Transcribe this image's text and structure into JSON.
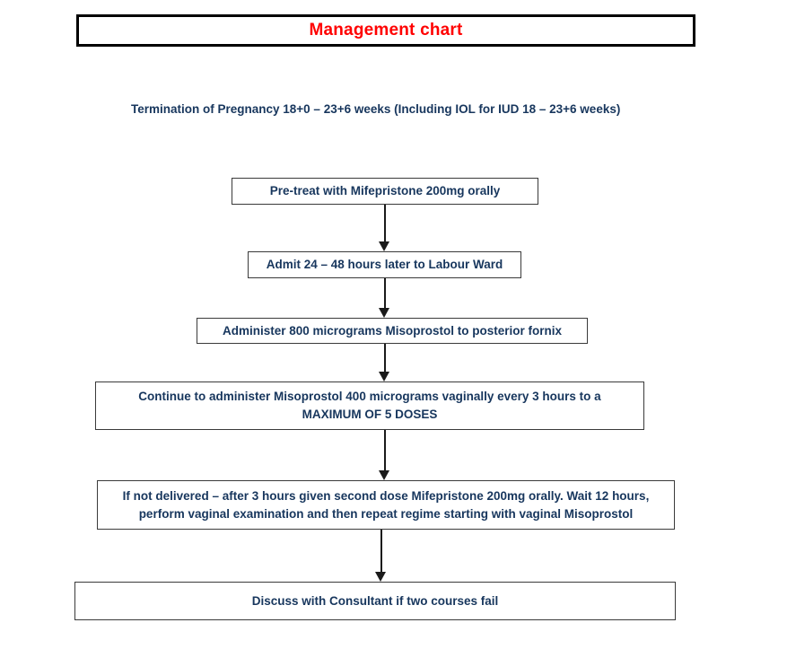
{
  "header": {
    "title": "Management chart",
    "title_color": "#ff0000"
  },
  "subtitle": "Termination of Pregnancy 18+0 – 23+6 weeks (Including IOL for IUD 18 – 23+6 weeks)",
  "flowchart": {
    "type": "vertical-flowchart",
    "text_color": "#17365d",
    "border_color": "#3a3a3a",
    "nodes": [
      {
        "id": "node-1",
        "lines": [
          "Pre-treat with Mifepristone 200mg orally"
        ]
      },
      {
        "id": "node-2",
        "lines": [
          "Admit 24 – 48 hours later to Labour Ward"
        ]
      },
      {
        "id": "node-3",
        "lines": [
          "Administer 800 micrograms Misoprostol to posterior fornix"
        ]
      },
      {
        "id": "node-4",
        "lines": [
          "Continue to administer Misoprostol 400 micrograms  vaginally every 3 hours to a",
          "MAXIMUM OF 5 DOSES"
        ]
      },
      {
        "id": "node-5",
        "lines": [
          "If not delivered – after 3 hours given second dose Mifepristone 200mg orally.  Wait 12 hours,",
          "perform vaginal examination and then repeat regime starting with vaginal Misoprostol"
        ]
      },
      {
        "id": "node-6",
        "lines": [
          "Discuss with Consultant if two courses fail"
        ]
      }
    ],
    "connectors": [
      {
        "id": "conn-1",
        "from": "node-1",
        "to": "node-2"
      },
      {
        "id": "conn-2",
        "from": "node-2",
        "to": "node-3"
      },
      {
        "id": "conn-3",
        "from": "node-3",
        "to": "node-4"
      },
      {
        "id": "conn-4",
        "from": "node-4",
        "to": "node-5"
      },
      {
        "id": "conn-5",
        "from": "node-5",
        "to": "node-6"
      }
    ]
  }
}
